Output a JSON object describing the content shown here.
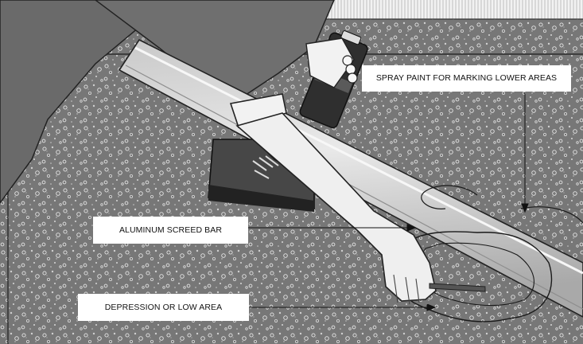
{
  "labels": {
    "spray_paint": "SPRAY PAINT FOR MARKING LOWER AREAS",
    "screed_bar": "ALUMINUM SCREED BAR",
    "depression": "DEPRESSION OR LOW AREA"
  }
}
